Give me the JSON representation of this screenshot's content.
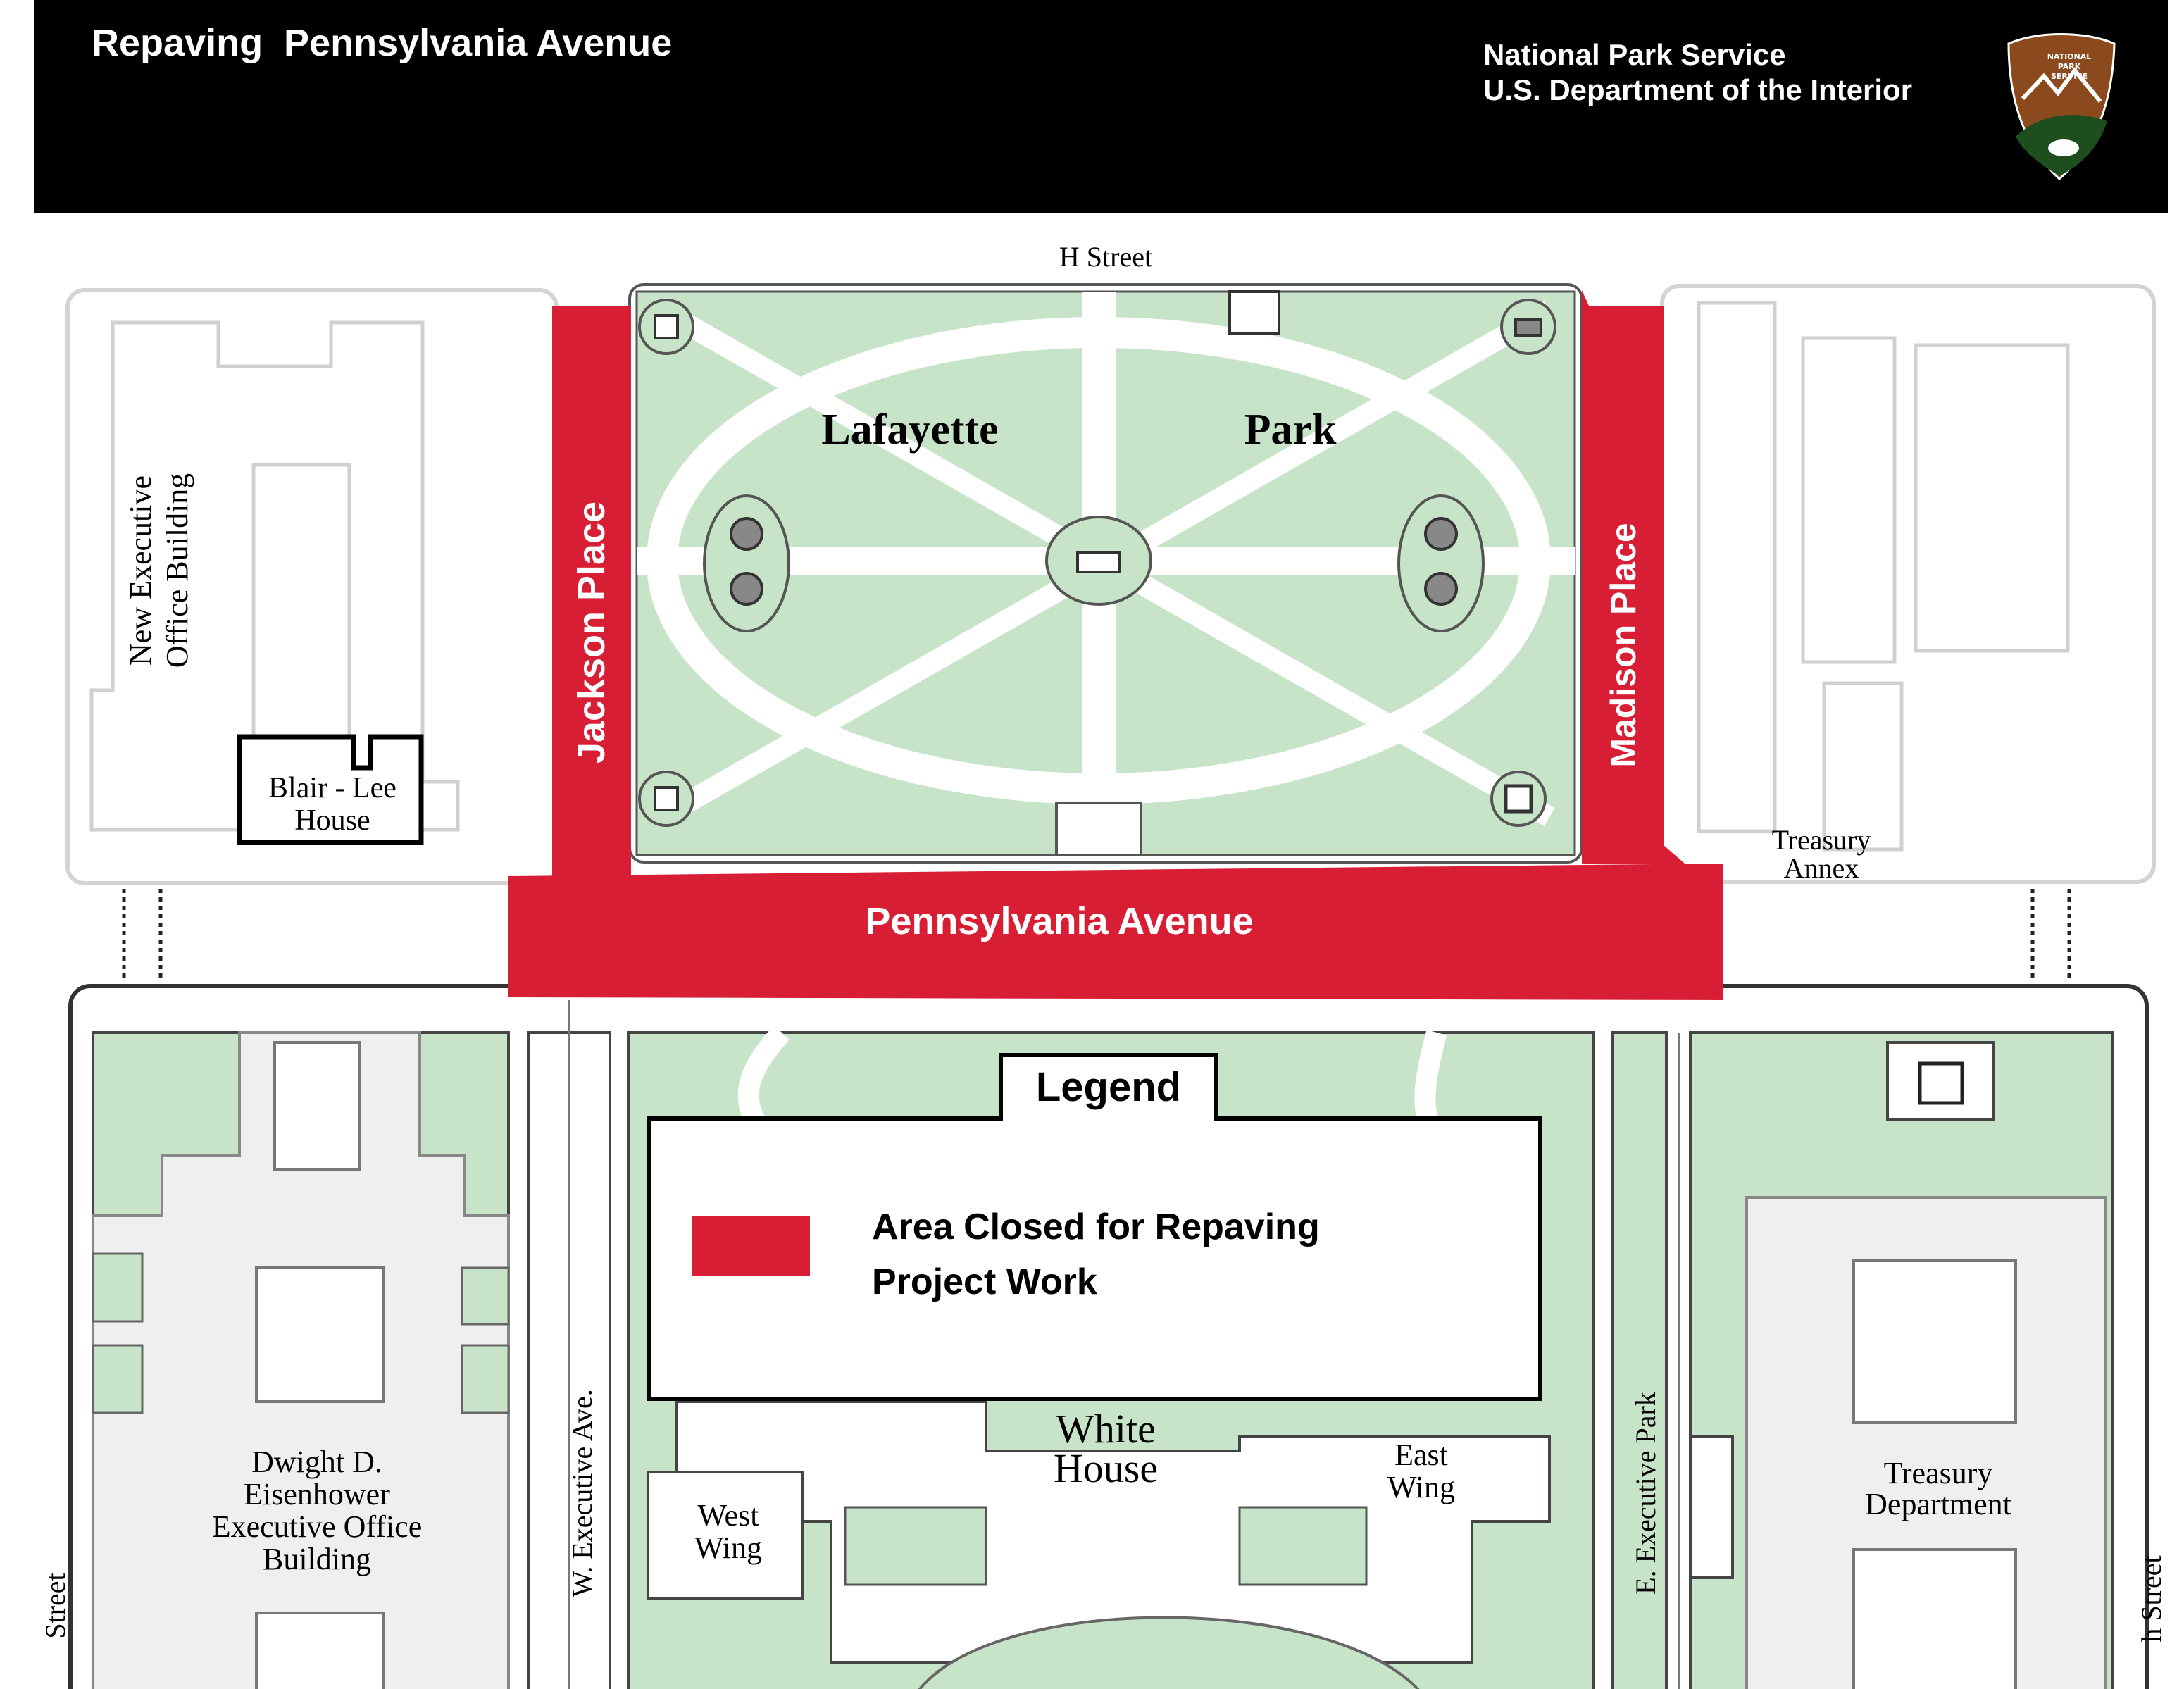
{
  "header": {
    "title": "Repaving  Pennsylvania Avenue",
    "agency_line1": "National Park Service",
    "agency_line2": "U.S. Department of the Interior",
    "logo_text": [
      "NATIONAL",
      "PARK",
      "SERVICE"
    ]
  },
  "colors": {
    "closed": "#d81e35",
    "green": "#c7e3c8",
    "building_outline": "#cfcfcf",
    "header_bg": "#000000"
  },
  "map": {
    "streets": {
      "h_street": "H Street",
      "jackson_place": "Jackson Place",
      "madison_place": "Madison Place",
      "pennsylvania_avenue": "Pennsylvania Avenue",
      "w_executive_ave": "W. Executive Ave.",
      "e_executive_park": "E. Executive Park",
      "left_street": "Street",
      "right_street": "h Street"
    },
    "places": {
      "lafayette": "Lafayette",
      "park": "Park",
      "neob_line1": "New Executive",
      "neob_line2": "Office Building",
      "blair_line1": "Blair - Lee",
      "blair_line2": "House",
      "treasury_annex_line1": "Treasury",
      "treasury_annex_line2": "Annex",
      "eeob_line1": "Dwight D.",
      "eeob_line2": "Eisenhower",
      "eeob_line3": "Executive Office",
      "eeob_line4": "Building",
      "west_wing_line1": "West",
      "west_wing_line2": "Wing",
      "white_house_line1": "White",
      "white_house_line2": "House",
      "east_wing_line1": "East",
      "east_wing_line2": "Wing",
      "treasury_line1": "Treasury",
      "treasury_line2": "Department"
    }
  },
  "legend": {
    "title": "Legend",
    "item_line1": "Area Closed for Repaving",
    "item_line2": "Project Work"
  }
}
